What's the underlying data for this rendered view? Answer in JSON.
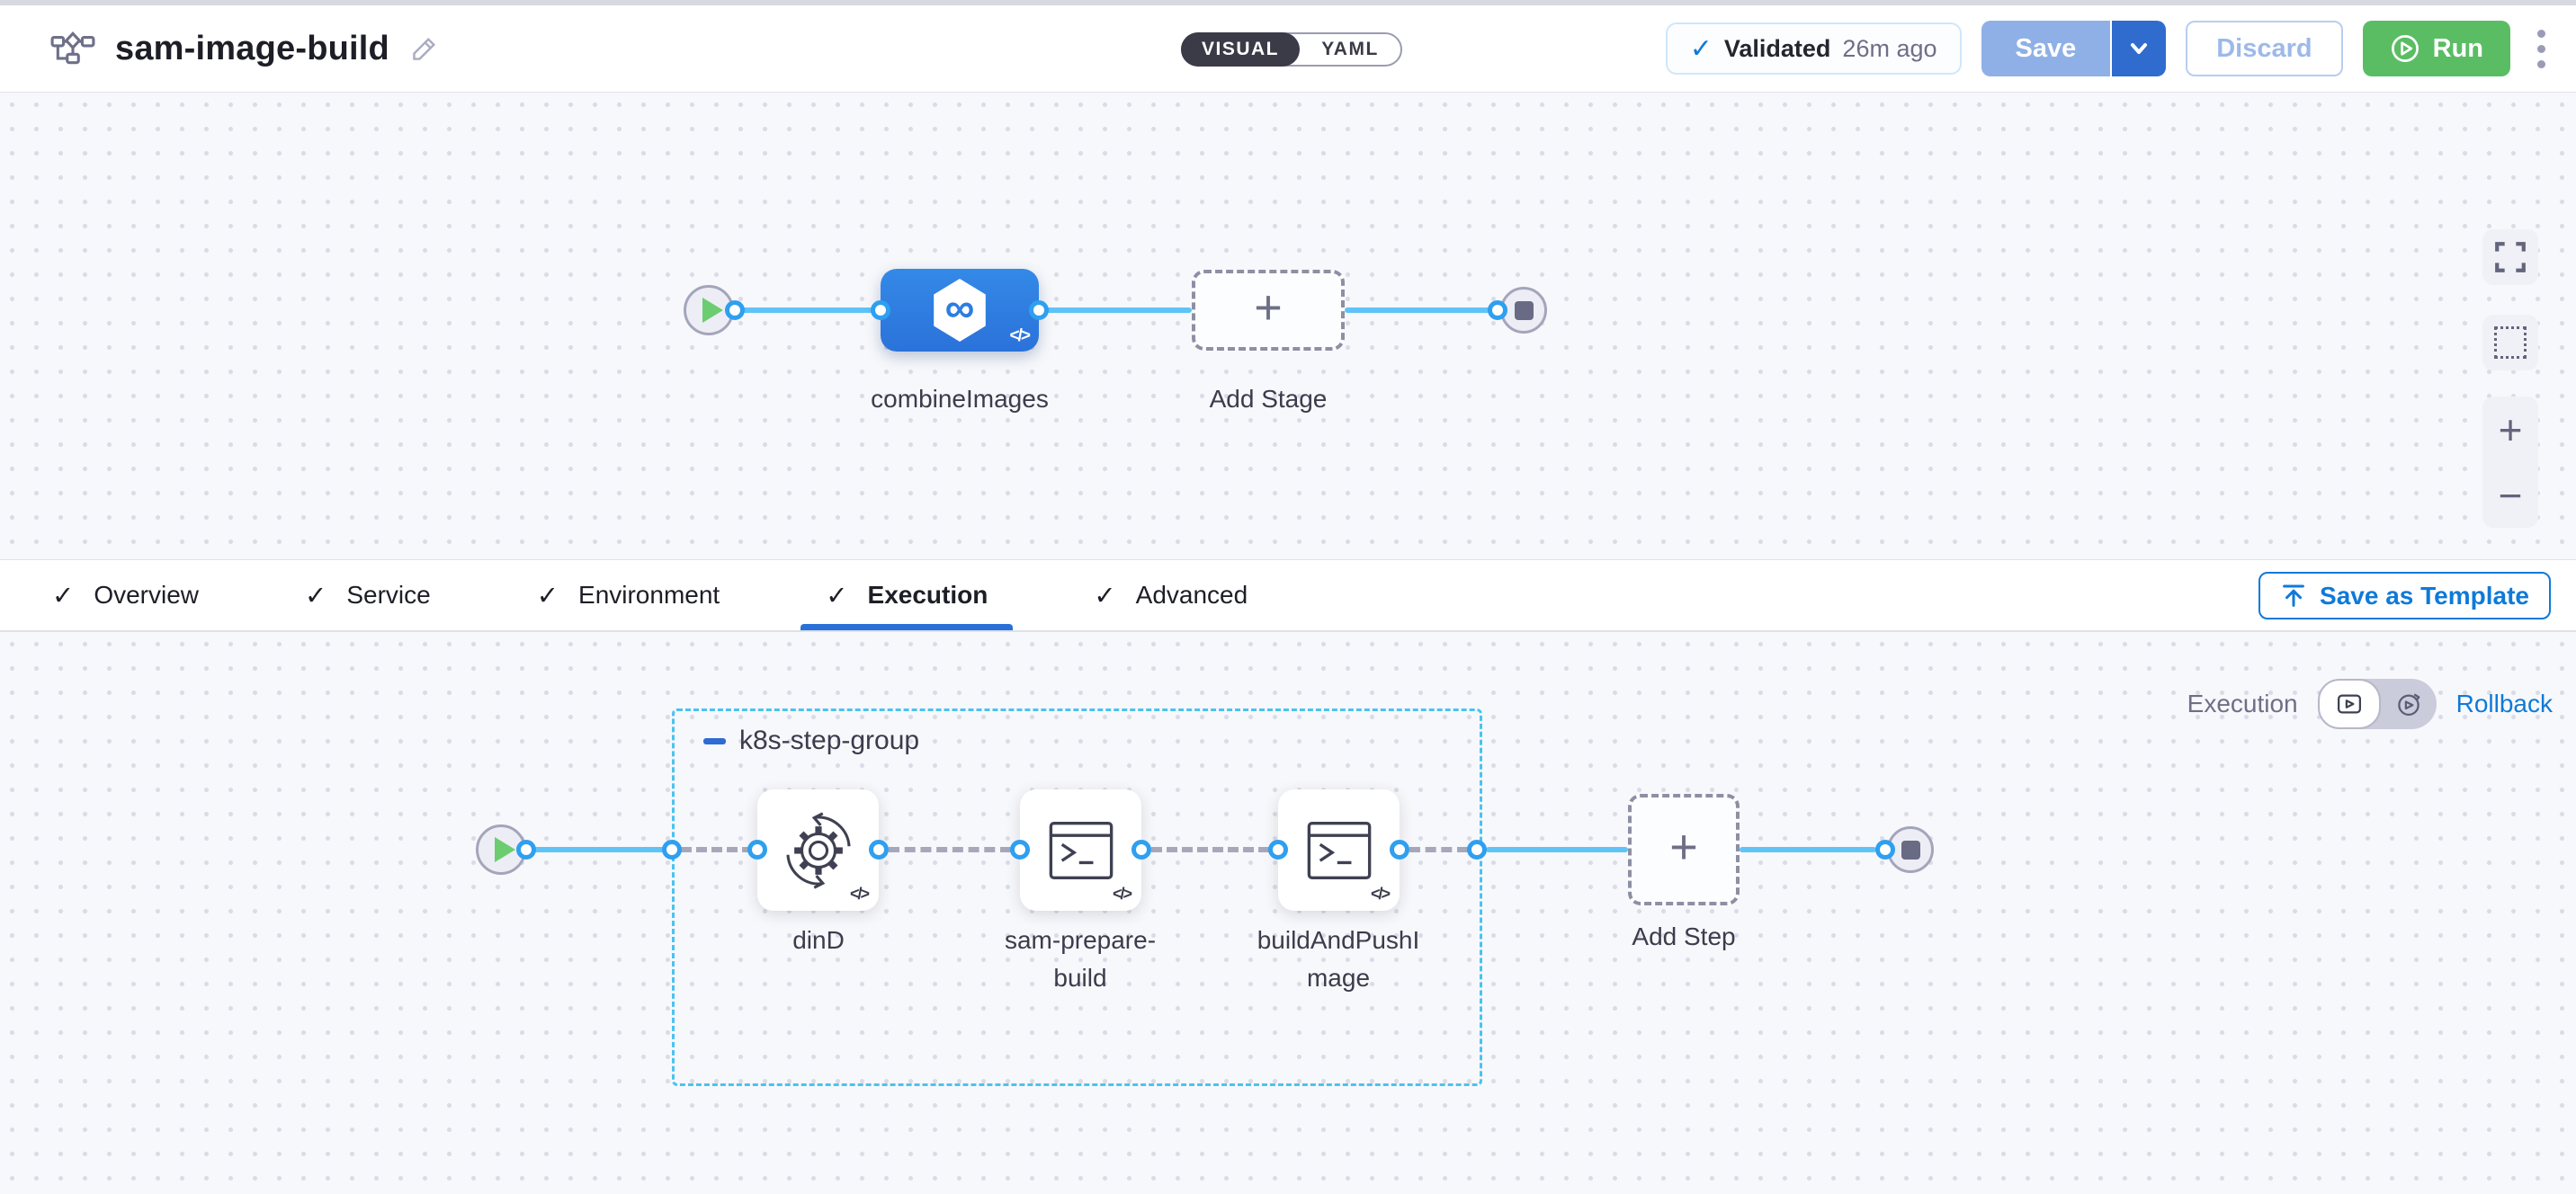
{
  "header": {
    "title": "sam-image-build",
    "mode_toggle": {
      "options": [
        "VISUAL",
        "YAML"
      ],
      "selected": "VISUAL"
    },
    "validation": {
      "label": "Validated",
      "time": "26m ago"
    },
    "save_label": "Save",
    "discard_label": "Discard",
    "run_label": "Run"
  },
  "stage_pipeline": {
    "stages": [
      {
        "label": "combineImages",
        "icon": "ci-infinity-hexagon"
      }
    ],
    "add_stage_label": "Add Stage"
  },
  "tabs": {
    "items": [
      {
        "label": "Overview",
        "checked": true
      },
      {
        "label": "Service",
        "checked": true
      },
      {
        "label": "Environment",
        "checked": true
      },
      {
        "label": "Execution",
        "checked": true,
        "active": true
      },
      {
        "label": "Advanced",
        "checked": true
      }
    ],
    "save_as_template_label": "Save as Template"
  },
  "execution_panel": {
    "mode_label": "Execution",
    "rollback_label": "Rollback",
    "group": {
      "name": "k8s-step-group"
    },
    "steps": [
      {
        "label": "dinD",
        "icon": "gear-sync"
      },
      {
        "label": "sam-prepare-build",
        "icon": "terminal"
      },
      {
        "label": "buildAndPushImage",
        "icon": "terminal"
      }
    ],
    "add_step_label": "Add Step"
  },
  "glyphs": {
    "plus": "+",
    "minus": "−",
    "check": "✓",
    "infinity": "∞",
    "code": "</>"
  },
  "colors": {
    "accent_blue": "#0f7ad8",
    "underline_blue": "#2970d8",
    "connector_blue": "#5ec4f7",
    "port_blue": "#2f9ff0",
    "stage_blue": "#2b7de2",
    "run_green": "#5abd64",
    "save_disabled_blue": "#8fb0e6",
    "save_caret_blue": "#2f6cce",
    "group_border_cyan": "#4cc2f0",
    "dark_pill": "#3a3b47",
    "canvas_bg": "#f7f8fb"
  }
}
